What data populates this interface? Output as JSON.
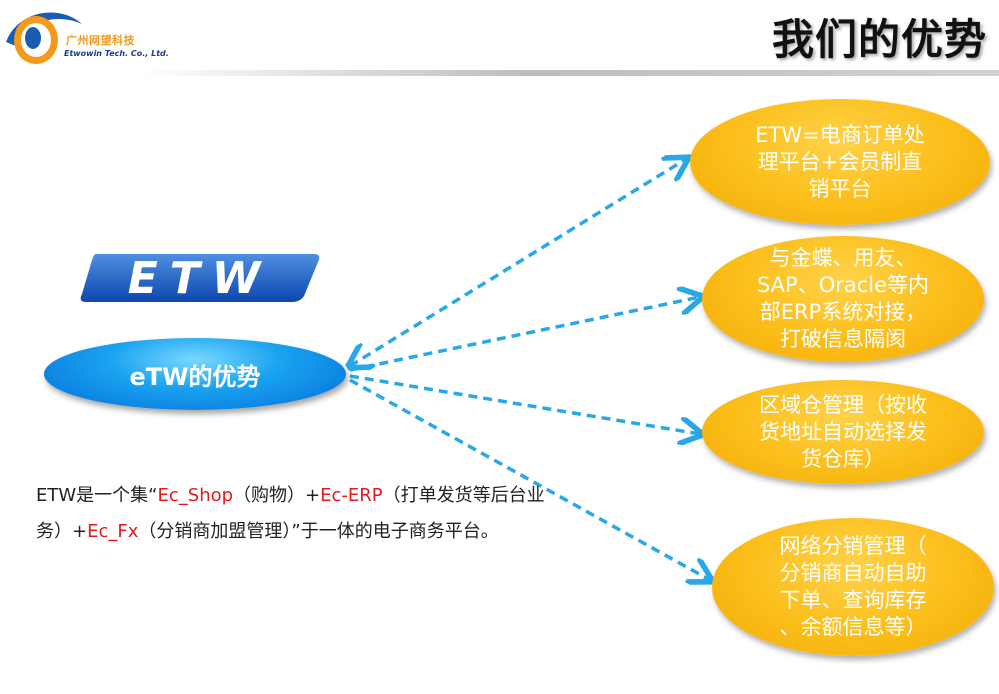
{
  "header": {
    "title": "我们的优势",
    "logo_cn": "广州网望科技",
    "logo_en": "Etwowin Tech. Co., Ltd."
  },
  "brand": {
    "badge_text": "ETW"
  },
  "center": {
    "label": "eTW的优势"
  },
  "bubbles": [
    {
      "text": "ETW=电商订单处\n理平台+会员制直\n销平台"
    },
    {
      "text": "与金蝶、用友、\nSAP、Oracle等内\n部ERP系统对接，\n打破信息隔阂"
    },
    {
      "text": "区域仓管理（按收\n货地址自动选择发\n货仓库）"
    },
    {
      "text": "网络分销管理（\n分销商自动自助\n下单、查询库存\n、余额信息等）"
    }
  ],
  "description": {
    "part1": "ETW是一个集“",
    "hl1": "Ec_Shop",
    "part2": "（购物）+",
    "hl2": "Ec-ERP",
    "part3": "（打单发货等后台业务）+",
    "hl3": "Ec_Fx",
    "part4": "（分销商加盟管理）”于一体的电子商务平台。"
  },
  "colors": {
    "bubble": "#fbbd17",
    "center": "#1aa3f0",
    "arrow": "#29a8e8",
    "highlight": "#e11b1b"
  }
}
